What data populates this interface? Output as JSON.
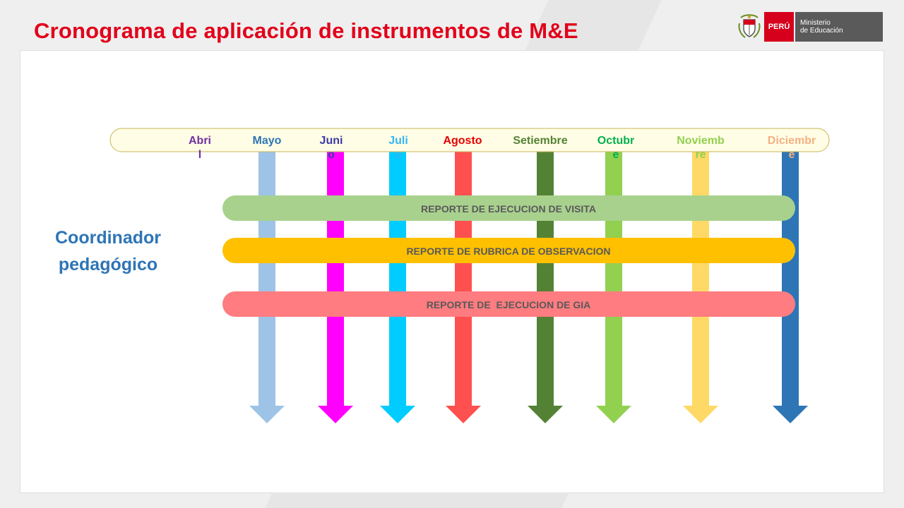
{
  "title": "Cronograma de aplicación de instrumentos de M&E",
  "logo": {
    "peru": "PERÚ",
    "ministry_line1": "Ministerio",
    "ministry_line2": "de Educación",
    "crest_icon": "coat-of-arms-icon"
  },
  "role_label": "Coordinador pedagógico",
  "colors": {
    "title": "#e2001a",
    "role": "#2e75b6",
    "timeline_fill": "#fffde5",
    "timeline_border": "#c9b458"
  },
  "months": [
    {
      "label": "Abri l",
      "color": "#7030a0",
      "arrow": null
    },
    {
      "label": "Mayo",
      "color": "#2e75b6",
      "arrow": "#9dc3e6"
    },
    {
      "label": "Juni o",
      "color": "#3b3ba8",
      "arrow": "#ff00ff"
    },
    {
      "label": "Juli o",
      "color": "#33b5f5",
      "arrow": "#00ccff"
    },
    {
      "label": "Agosto",
      "color": "#e60000",
      "arrow": "#ff5050"
    },
    {
      "label": "Setiembre",
      "color": "#548235",
      "arrow": "#548235"
    },
    {
      "label": "Octubr e",
      "color": "#00b050",
      "arrow": "#92d050"
    },
    {
      "label": "Noviemb re",
      "color": "#92d050",
      "arrow": "#ffd966"
    },
    {
      "label": "Diciembr e",
      "color": "#f4b183",
      "arrow": "#2e75b6"
    }
  ],
  "reports": [
    {
      "label": "REPORTE DE EJECUCION DE VISITA",
      "color": "#a9d18e"
    },
    {
      "label": "REPORTE DE RUBRICA DE OBSERVACION",
      "color": "#ffc000"
    },
    {
      "label": "REPORTE DE  EJECUCION DE GIA",
      "color": "#ff7c80"
    }
  ]
}
